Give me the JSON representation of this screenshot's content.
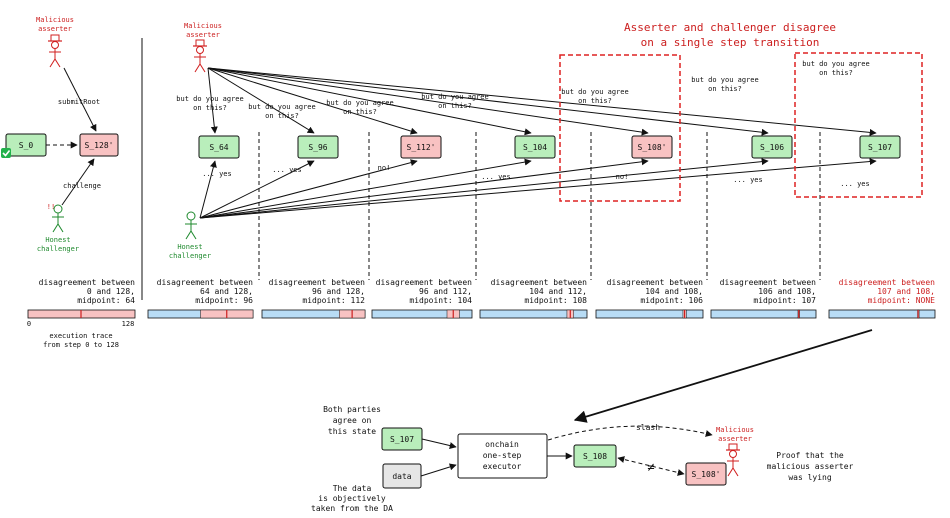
{
  "title": {
    "line1": "Asserter and challenger disagree",
    "line2": "on a single step transition"
  },
  "actors": {
    "malicious_asserter_line1": "Malicious",
    "malicious_asserter_line2": "asserter",
    "honest_challenger_line1": "Honest",
    "honest_challenger_line2": "challenger",
    "danger_mark": "!!"
  },
  "left_panel": {
    "start_state": "S_0",
    "root_state": "S_128'",
    "submit_label": "submitRoot",
    "challenge_label": "challenge",
    "disagreement": [
      "disagreement between",
      "0 and 128,",
      "midpoint: 64"
    ],
    "trace_start": "0",
    "trace_end": "128",
    "trace_caption": [
      "execution trace",
      "from step 0 to 128"
    ]
  },
  "question": [
    "but do you agree",
    "on this?"
  ],
  "steps": [
    {
      "state": "S_64",
      "agree": true,
      "answer": "... yes",
      "disagreement": [
        "disagreement between",
        "64 and 128,",
        "midpoint: 96"
      ],
      "final": false
    },
    {
      "state": "S_96",
      "agree": true,
      "answer": "... yes",
      "disagreement": [
        "disagreement between",
        "96 and 128,",
        "midpoint: 112"
      ],
      "final": false
    },
    {
      "state": "S_112'",
      "agree": false,
      "answer": "no!",
      "disagreement": [
        "disagreement between",
        "96 and 112,",
        "midpoint: 104"
      ],
      "final": false
    },
    {
      "state": "S_104",
      "agree": true,
      "answer": "... yes",
      "disagreement": [
        "disagreement between",
        "104 and 112,",
        "midpoint: 108"
      ],
      "final": false
    },
    {
      "state": "S_108'",
      "agree": false,
      "answer": "no!",
      "disagreement": [
        "disagreement between",
        "104 and 108,",
        "midpoint: 106"
      ],
      "final": false
    },
    {
      "state": "S_106",
      "agree": true,
      "answer": "... yes",
      "disagreement": [
        "disagreement between",
        "106 and 108,",
        "midpoint: 107"
      ],
      "final": false
    },
    {
      "state": "S_107",
      "agree": true,
      "answer": "... yes",
      "disagreement": [
        "disagreement between",
        "107 and 108,",
        "midpoint: NONE"
      ],
      "final": true
    }
  ],
  "bottom": {
    "agree_caption": [
      "Both parties",
      "agree on",
      "this state"
    ],
    "agreed_state": "S_107",
    "data_label": "data",
    "data_caption": [
      "The data",
      "is objectively",
      "taken from the DA"
    ],
    "executor": [
      "onchain",
      "one-step",
      "executor"
    ],
    "result_state": "S_108",
    "claimed_state": "S_108'",
    "not_equal": "≠",
    "slash_label": "slash",
    "proof_caption": [
      "Proof that the",
      "malicious asserter",
      "was lying"
    ]
  },
  "colors": {
    "accent_red": "#cc1f1f",
    "green": "#1f8a2e",
    "agree_fill": "#b9eebb",
    "disagree_fill": "#f8c2c2",
    "trace_bar": "#b8dcf5",
    "trace_disputed": "#f8c2c2"
  }
}
